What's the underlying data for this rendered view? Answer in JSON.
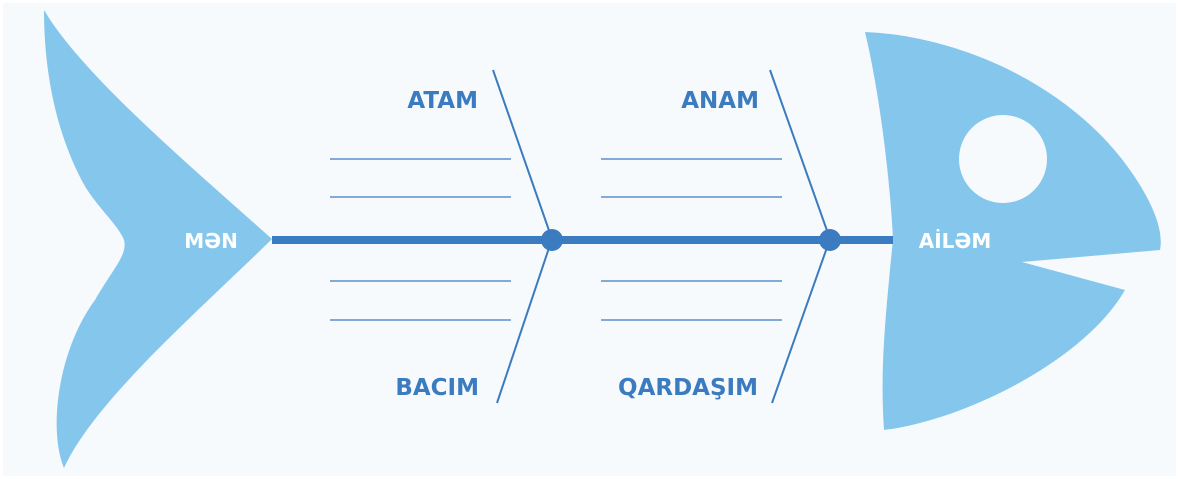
{
  "tail_label": "MƏN",
  "head_label": "AİLƏM",
  "branches": {
    "top_left": "ATAM",
    "top_right": "ANAM",
    "bottom_left": "BACIM",
    "bottom_right": "QARDAŞIM"
  },
  "colors": {
    "background": "#f7fafc",
    "fish_body": "#85c6ec",
    "spine": "#3b7bbf",
    "rib": "#3b7bbf",
    "label_text": "#3b7bbf",
    "eye": "#ffffff"
  }
}
